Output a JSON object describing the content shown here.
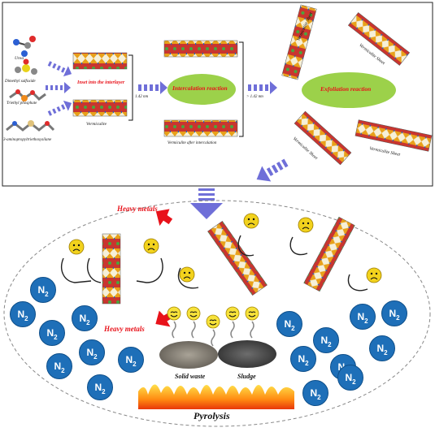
{
  "reagents": [
    "Urea",
    "Dimethyl sulfoxide",
    "Triethyl phosphate",
    "3-aminopropyltriethoxysilane"
  ],
  "step_labels": {
    "insert": "Inset into the interlayer",
    "vermiculite": "Vermiculite",
    "spacing_1": "1.42 nm",
    "spacing_2": "> 1.42 nm",
    "intercalation": "Intercalation reaction",
    "after_intercalation": "Vermiculite after intercalation",
    "exfoliation": "Exfoliation reaction"
  },
  "sheet_label": "Vermiculite Sheet",
  "heavy_metals": "Heavy metals",
  "gas_label": "N",
  "gas_subscript": "2",
  "waste": {
    "solid": "Solid waste",
    "sludge": "Sludge"
  },
  "process": "Pyrolysis",
  "colors": {
    "ellipse_fill": "#9cd14a",
    "arrow": "#6f6fd8",
    "n2": "#1e6fb8",
    "heavy_metal_arrow": "#e8121a"
  }
}
